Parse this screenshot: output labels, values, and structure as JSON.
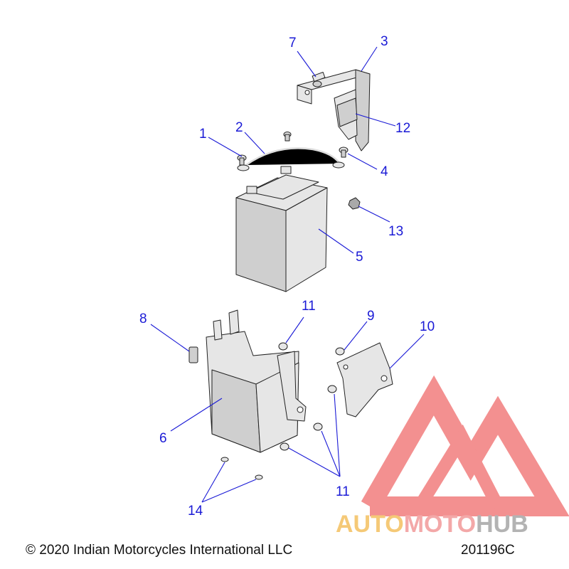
{
  "callouts": [
    {
      "id": "1",
      "text": "1"
    },
    {
      "id": "2",
      "text": "2"
    },
    {
      "id": "3",
      "text": "3"
    },
    {
      "id": "4",
      "text": "4"
    },
    {
      "id": "5",
      "text": "5"
    },
    {
      "id": "6",
      "text": "6"
    },
    {
      "id": "7",
      "text": "7"
    },
    {
      "id": "8",
      "text": "8"
    },
    {
      "id": "9",
      "text": "9"
    },
    {
      "id": "10",
      "text": "10"
    },
    {
      "id": "11a",
      "text": "11"
    },
    {
      "id": "11b",
      "text": "11"
    },
    {
      "id": "12",
      "text": "12"
    },
    {
      "id": "13",
      "text": "13"
    },
    {
      "id": "14",
      "text": "14"
    }
  ],
  "footer": {
    "copyright": "© 2020 Indian Motorcycles International LLC",
    "diagram_code": "201196C"
  },
  "watermark": {
    "part1": "AUTO",
    "part2": "MOTO",
    "part3": "HUB",
    "color_auto": "#f2b84a",
    "color_moto": "#f08c8c",
    "color_hub": "#9a9a9a",
    "mark_color": "#ef6b6b"
  },
  "colors": {
    "callout": "#1a1ad6"
  }
}
